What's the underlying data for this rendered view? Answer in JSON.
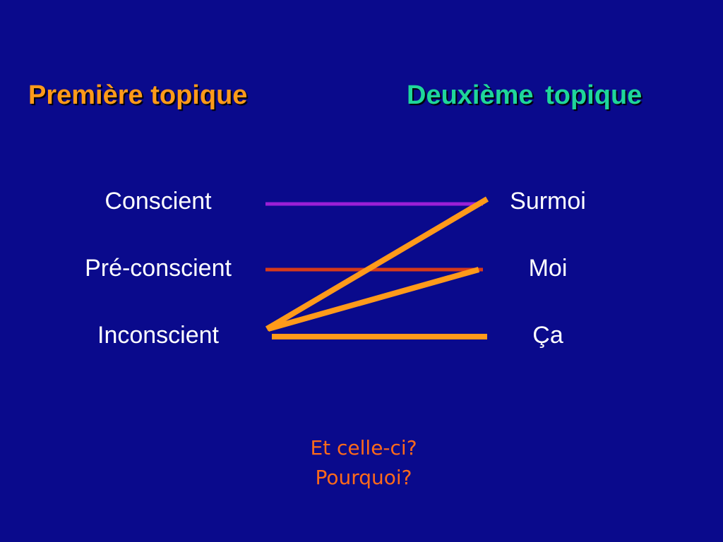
{
  "headings": {
    "first": "Première topique",
    "second": "Deuxième  topique"
  },
  "first_topic": [
    "Conscient",
    "Pré-conscient",
    "Inconscient"
  ],
  "second_topic": [
    "Surmoi",
    "Moi",
    "Ça"
  ],
  "questions": [
    "Et celle-ci?",
    "Pourquoi?"
  ],
  "colors": {
    "background": "#0a0a8c",
    "first_heading": "#ff9a1a",
    "second_heading": "#1fd69a",
    "line_conscient": "#9b1fd6",
    "line_preconscient": "#d63a1a",
    "line_links": "#ff9a1a",
    "questions": "#ff6a1a"
  }
}
